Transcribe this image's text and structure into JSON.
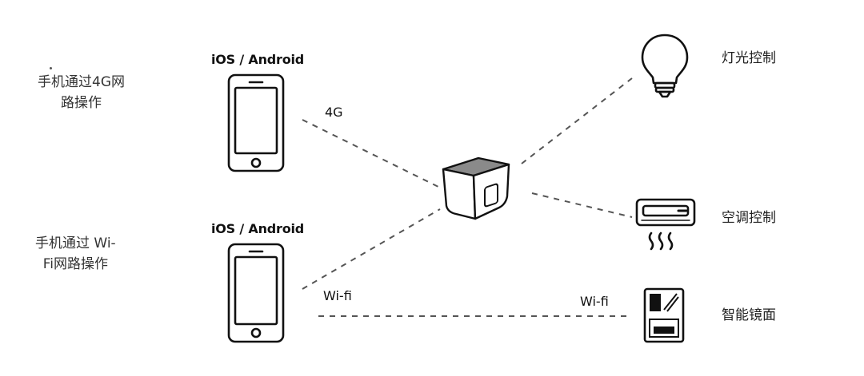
{
  "diagram": {
    "phone_top": {
      "note_line1": "手机通过4G网",
      "note_line2": "路操作",
      "os_label": "iOS / Android"
    },
    "phone_bottom": {
      "note_line1": "手机通过 Wi-",
      "note_line2": "Fi网路操作",
      "os_label": "iOS / Android"
    },
    "links": {
      "cellular_label": "4G",
      "wifi_label_left": "Wi-fi",
      "wifi_label_right": "Wi-fi"
    },
    "devices": {
      "light": {
        "label": "灯光控制",
        "icon": "light-bulb-icon"
      },
      "ac": {
        "label": "空调控制",
        "icon": "air-conditioner-icon"
      },
      "mirror": {
        "label": "智能镜面",
        "icon": "smart-mirror-icon"
      }
    },
    "hub": {
      "icon": "smart-hub-icon"
    },
    "colors": {
      "stroke": "#111111",
      "dash": "#555555",
      "hub_top": "#8a8a8a"
    }
  }
}
